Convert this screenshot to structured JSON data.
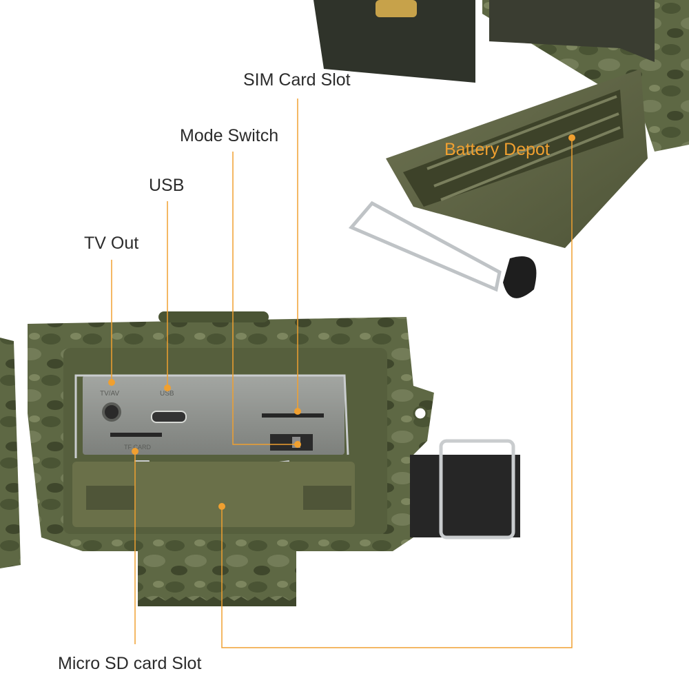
{
  "callouts": {
    "sim_card_slot": "SIM Card Slot",
    "mode_switch": "Mode Switch",
    "usb": "USB",
    "tv_out": "TV Out",
    "battery_depot": "Battery Depot",
    "micro_sd_card_slot": "Micro SD card Slot"
  },
  "panel_labels": {
    "tv_av": "TV/AV",
    "usb": "USB",
    "tf_card": "TF CARD"
  },
  "colors": {
    "leader_line": "#f0a030",
    "label_text": "#2b2b2b",
    "accent_label": "#f0a030",
    "camo_dark": "#4f5a38",
    "camo_mid": "#6b7450",
    "panel_grey": "#8d8f8c"
  }
}
